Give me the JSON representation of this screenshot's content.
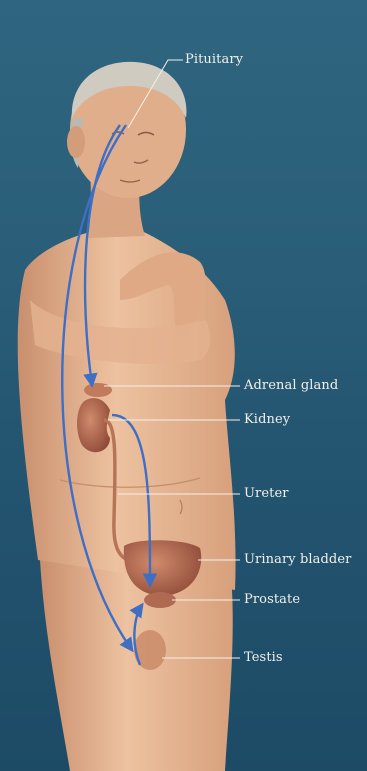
{
  "labels": {
    "pituitary": "Pituitary",
    "adrenal_gland": "Adrenal gland",
    "kidney": "Kidney",
    "ureter": "Ureter",
    "urinary_bladder": "Urinary bladder",
    "prostate": "Prostate",
    "testis": "Testis"
  },
  "colors": {
    "background": "#2a5e78",
    "skin": "#e7b893",
    "hair": "#c9c6bc",
    "organ": "#b06a52",
    "arrow": "#3e6fc4",
    "leader_line": "#f3f1ea"
  }
}
